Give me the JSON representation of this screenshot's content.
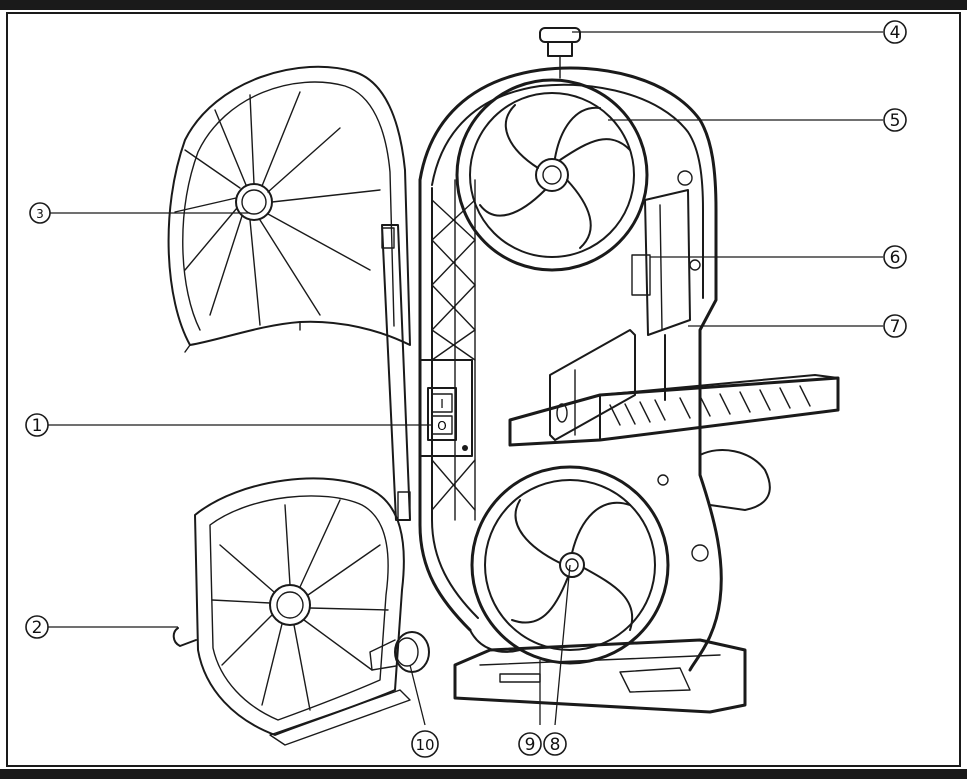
{
  "callouts": [
    {
      "id": "1",
      "label": "①"
    },
    {
      "id": "2",
      "label": "②"
    },
    {
      "id": "3",
      "label": "3"
    },
    {
      "id": "4",
      "label": "④"
    },
    {
      "id": "5",
      "label": "⑤"
    },
    {
      "id": "6",
      "label": "⑥"
    },
    {
      "id": "7",
      "label": "⑦"
    },
    {
      "id": "8",
      "label": "⑧"
    },
    {
      "id": "9",
      "label": "⑨"
    },
    {
      "id": "10",
      "label": "⑩"
    }
  ],
  "switch": {
    "on_mark": "I",
    "off_mark": "O"
  },
  "colors": {
    "ink": "#1a1a1a",
    "frame": "#1a1a1a",
    "paper": "#ffffff"
  }
}
